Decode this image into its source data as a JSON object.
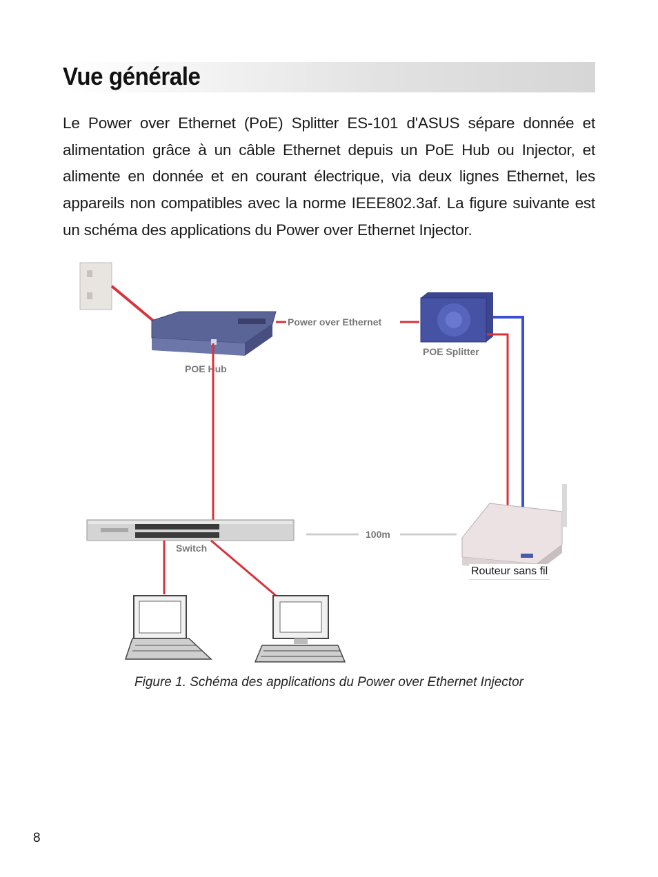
{
  "heading": "Vue générale",
  "paragraph": "Le Power over Ethernet (PoE) Splitter ES-101 d'ASUS sépare donnée et alimentation grâce à un câble Ethernet depuis un PoE Hub ou Injector, et alimente en donnée et en courant électrique, via deux lignes Ethernet, les appareils non compatibles avec la norme IEEE802.3af. La figure suivante est un schéma des applications du Power over Ethernet Injector.",
  "figure": {
    "labels": {
      "power_over_ethernet": "Power over Ethernet",
      "poe_hub": "POE Hub",
      "poe_splitter": "POE Splitter",
      "switch": "Switch",
      "distance": "100m",
      "router": "Routeur sans fil"
    },
    "colors": {
      "power_cable": "#d9323a",
      "data_cable": "#3b4fd6",
      "hub_body": "#5a6496"
    },
    "caption": "Figure 1. Schéma des applications du Power over Ethernet Injector"
  },
  "page_number": "8"
}
